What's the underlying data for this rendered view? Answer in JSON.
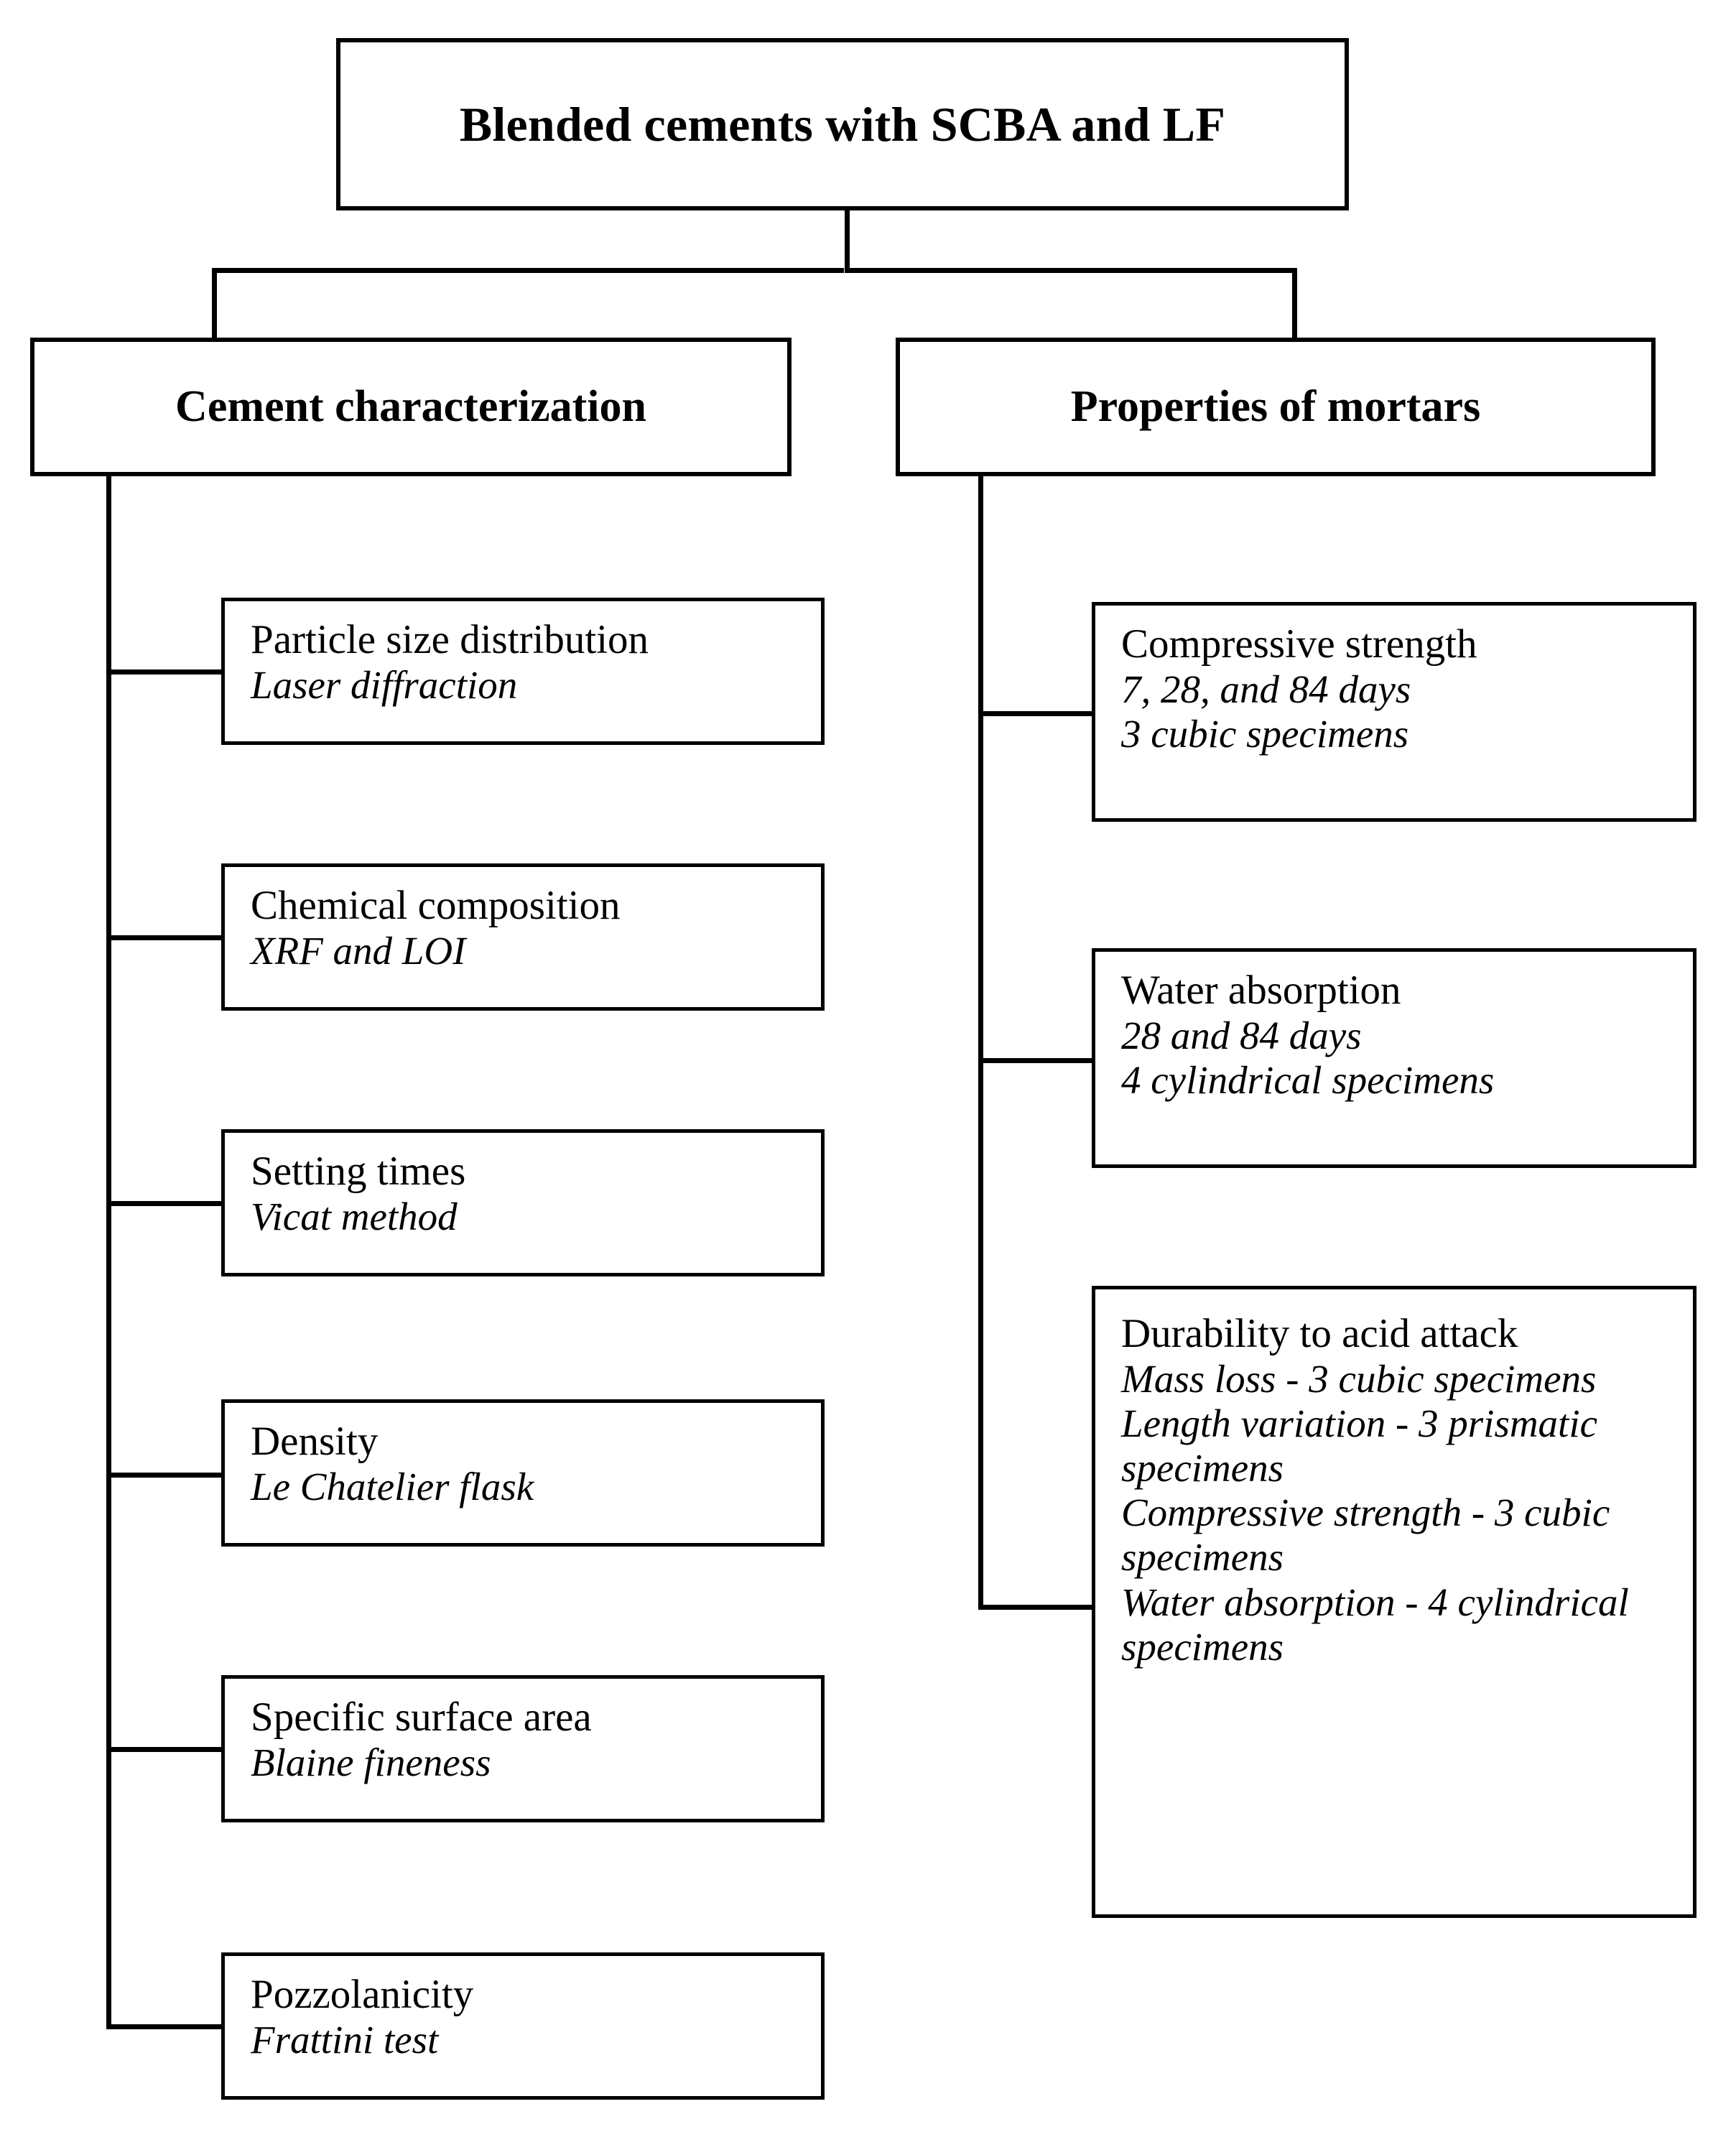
{
  "diagram": {
    "title_box": {
      "label": "Blended cements with SCBA and LF"
    },
    "branches": [
      {
        "label": "Cement characterization",
        "items": [
          {
            "head": "Particle size distribution",
            "sub": [
              "Laser diffraction"
            ]
          },
          {
            "head": "Chemical composition",
            "sub": [
              "XRF and LOI"
            ]
          },
          {
            "head": "Setting times",
            "sub": [
              "Vicat method"
            ]
          },
          {
            "head": "Density",
            "sub": [
              "Le Chatelier flask"
            ]
          },
          {
            "head": "Specific surface area",
            "sub": [
              "Blaine fineness"
            ]
          },
          {
            "head": "Pozzolanicity",
            "sub": [
              "Frattini test"
            ]
          }
        ]
      },
      {
        "label": "Properties of mortars",
        "items": [
          {
            "head": "Compressive strength",
            "sub": [
              "7, 28, and 84 days",
              "3 cubic specimens"
            ]
          },
          {
            "head": "Water absorption",
            "sub": [
              "28 and 84 days",
              "4 cylindrical specimens"
            ]
          },
          {
            "head": "Durability to acid attack",
            "sub": [
              "Mass loss - 3 cubic specimens",
              "Length variation - 3 prismatic specimens",
              "Compressive strength - 3 cubic  specimens",
              "Water absorption - 4 cylindrical specimens"
            ]
          }
        ]
      }
    ],
    "colors": {
      "line": "#000000",
      "box_fill": "#ffffff",
      "text": "#000000"
    }
  }
}
